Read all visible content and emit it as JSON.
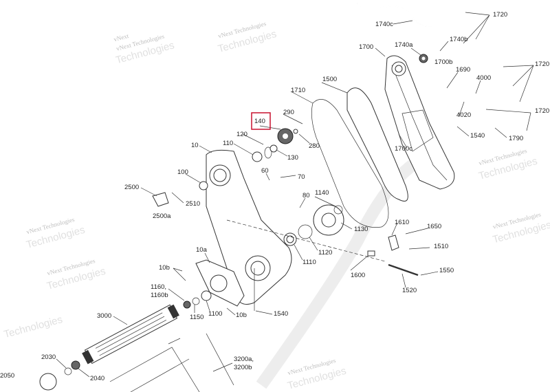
{
  "diagram": {
    "highlight_color": "#c8102e",
    "highlighted_part": "140",
    "labels": [
      "1720",
      "1740c",
      "1740b",
      "1740a",
      "1700",
      "1700b",
      "1690",
      "1720",
      "4000",
      "4020",
      "1720",
      "1540",
      "1790",
      "1700c",
      "1500",
      "1710",
      "290",
      "140",
      "120",
      "110",
      "280",
      "130",
      "10",
      "100",
      "60",
      "70",
      "2500",
      "2510",
      "2500a",
      "80",
      "1140",
      "1130",
      "1610",
      "1650",
      "1120",
      "1110",
      "1510",
      "1600",
      "1550",
      "1520",
      "10a",
      "10b",
      "1160,",
      "1160b",
      "1150",
      "1100",
      "10b",
      "1540",
      "3000",
      "2030",
      "2040",
      "3200a,",
      "3200b",
      "2050"
    ],
    "watermark": [
      "vNext Technologies",
      "vNext",
      "Technologies"
    ]
  }
}
